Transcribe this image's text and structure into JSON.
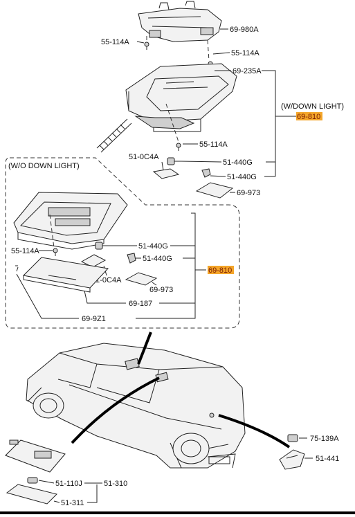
{
  "labels": {
    "p69_980A": "69-980A",
    "p55_114A_a": "55-114A",
    "p55_114A_b": "55-114A",
    "p69_235A": "69-235A",
    "w_down_light": "(W/DOWN LIGHT)",
    "p69_810_a": "69-810",
    "p55_114A_c": "55-114A",
    "p51_0C4A_a": "51-0C4A",
    "p51_440G_a": "51-440G",
    "p51_440G_b": "51-440G",
    "p69_973_a": "69-973",
    "wo_down_light": "(W/O DOWN LIGHT)",
    "p55_114A_d": "55-114A",
    "p51_440G_c": "51-440G",
    "p51_440G_d": "51-440G",
    "p69_810_b": "69-810",
    "p51_0C4A_b": "51-0C4A",
    "p69_973_b": "69-973",
    "p69_187": "69-187",
    "p69_9Z1": "69-9Z1",
    "p75_139A": "75-139A",
    "p51_441": "51-441",
    "p51_110J": "51-110J",
    "p51_310": "51-310",
    "p51_311": "51-311"
  },
  "colors": {
    "highlight": "#f4a62a",
    "line": "#222222"
  }
}
